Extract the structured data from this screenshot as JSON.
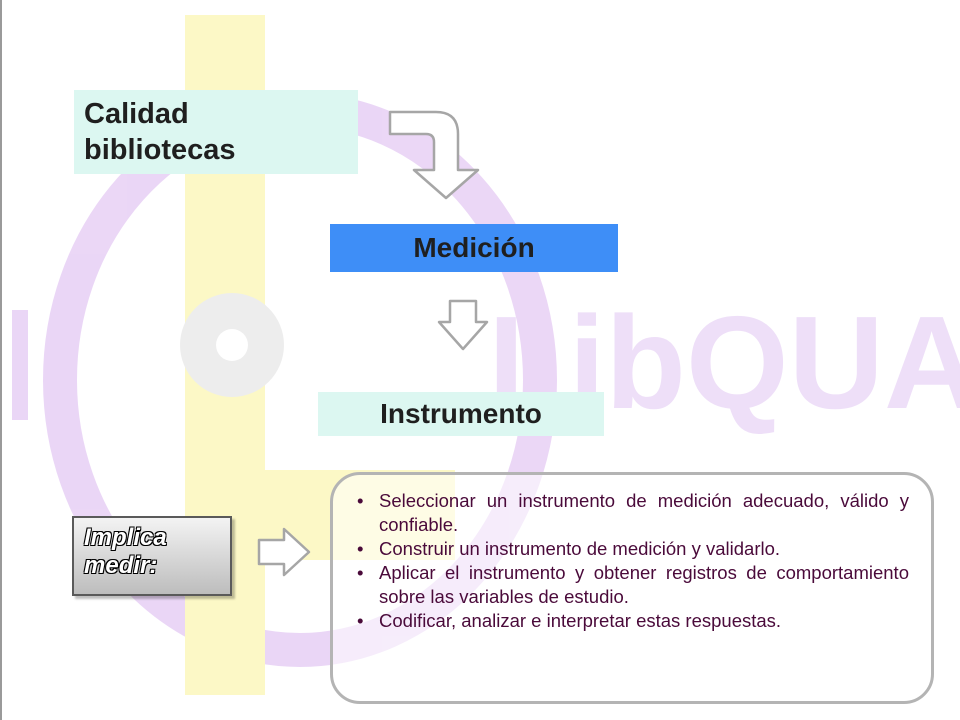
{
  "watermark": {
    "text": "LibQUAL+"
  },
  "diagram": {
    "calidad": {
      "label": "Calidad bibliotecas"
    },
    "medicion": {
      "label": "Medición"
    },
    "instrumento": {
      "label": "Instrumento"
    },
    "implica": {
      "label": "Implica medir:"
    },
    "bullets": [
      "Seleccionar un instrumento de medición adecuado, válido y confiable.",
      "Construir un instrumento de medición y validarlo.",
      "Aplicar el instrumento y obtener registros de comportamiento sobre las variables de estudio.",
      "Codificar, analizar e interpretar estas respuestas."
    ]
  },
  "colors": {
    "light_box": "#dcf7f1",
    "medicion_box": "#3e8ef7",
    "bullet_text": "#4a0a3a",
    "arrow_stroke": "#a6a6a6"
  }
}
